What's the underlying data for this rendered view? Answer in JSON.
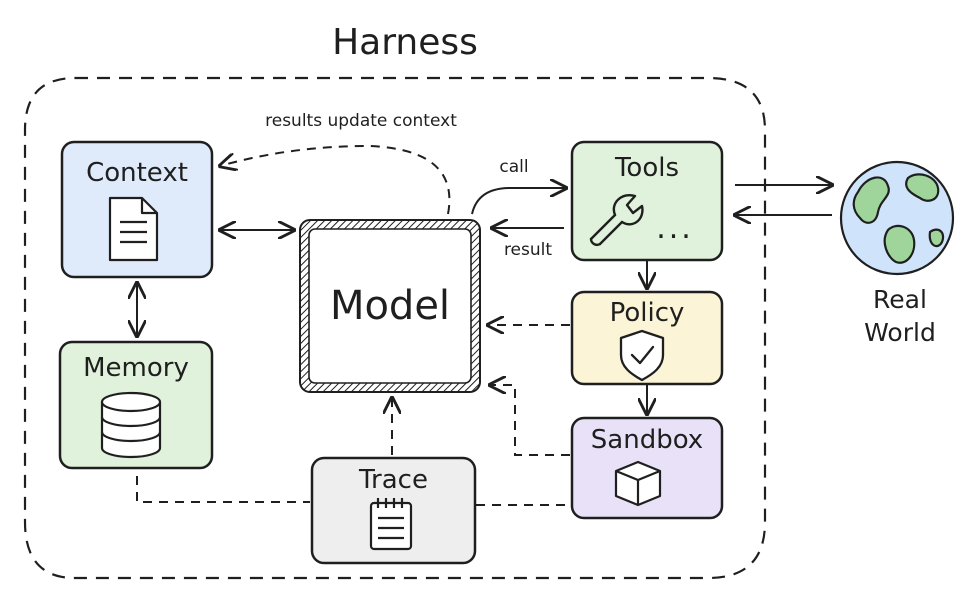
{
  "title": "Harness",
  "nodes": {
    "context": {
      "label": "Context",
      "icon": "document-icon",
      "color": "#dfeafa"
    },
    "memory": {
      "label": "Memory",
      "icon": "database-icon",
      "color": "#e0f2dc"
    },
    "model": {
      "label": "Model"
    },
    "tools": {
      "label": "Tools",
      "icon": "wrench-icon",
      "color": "#e0f2dc",
      "ellipsis": "..."
    },
    "policy": {
      "label": "Policy",
      "icon": "shield-check-icon",
      "color": "#fbf4d6"
    },
    "sandbox": {
      "label": "Sandbox",
      "icon": "cube-icon",
      "color": "#e8e1f7"
    },
    "trace": {
      "label": "Trace",
      "icon": "notepad-icon",
      "color": "#eeeeee"
    },
    "real_world": {
      "line1": "Real",
      "line2": "World",
      "icon": "globe-icon"
    }
  },
  "edges": {
    "results_update": "results update context",
    "call": "call",
    "result": "result"
  }
}
